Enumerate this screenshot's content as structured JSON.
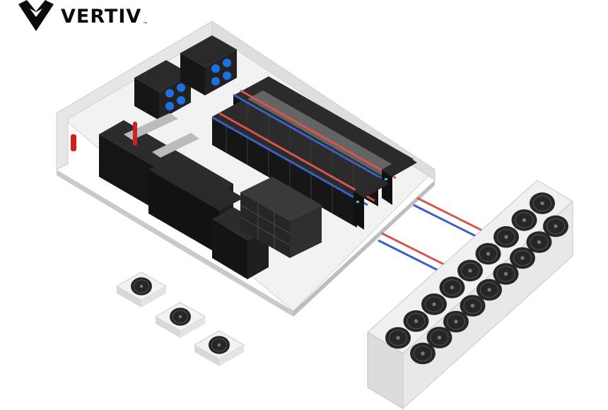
{
  "brand": {
    "name": "VERTIV",
    "trademark": "™",
    "logo_icon": "vertiv-chevron-logo-icon",
    "color": "#0b0b0b"
  },
  "scene": {
    "colors": {
      "floor": "#f2f2f2",
      "wall": "#e3e3e3",
      "rack": "#1c1c1c",
      "chiller_fan_housing": "#f0f0f0",
      "supply_pipe": "#d9534f",
      "return_pipe": "#3b5fc4",
      "coolant_unit_accent": "#1f6fe0",
      "fire_extinguisher": "#cc2222",
      "status_led": "#29c6d8"
    },
    "objects": [
      {
        "name": "data-hall-room"
      },
      {
        "name": "cooling-distribution-units"
      },
      {
        "name": "rack-rows-with-hot-aisle-containment"
      },
      {
        "name": "power-and-ups-cabinets"
      },
      {
        "name": "battery-cabinet"
      },
      {
        "name": "fire-extinguisher"
      },
      {
        "name": "outdoor-dry-cooler-array"
      },
      {
        "name": "outdoor-condenser-units"
      },
      {
        "name": "coolant-piping"
      }
    ]
  }
}
